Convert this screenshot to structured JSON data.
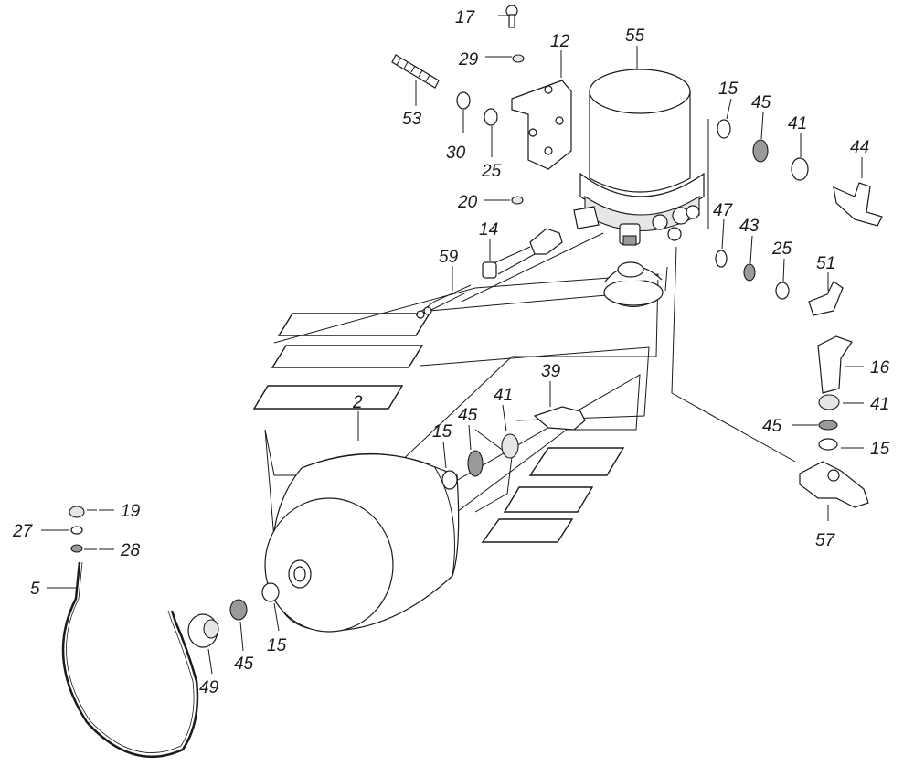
{
  "diagram": {
    "callouts": [
      {
        "id": "c17",
        "label": "17"
      },
      {
        "id": "c29",
        "label": "29"
      },
      {
        "id": "c12",
        "label": "12"
      },
      {
        "id": "c55",
        "label": "55"
      },
      {
        "id": "c53",
        "label": "53"
      },
      {
        "id": "c30",
        "label": "30"
      },
      {
        "id": "c25a",
        "label": "25"
      },
      {
        "id": "c20",
        "label": "20"
      },
      {
        "id": "c15a",
        "label": "15"
      },
      {
        "id": "c45a",
        "label": "45"
      },
      {
        "id": "c41a",
        "label": "41"
      },
      {
        "id": "c44",
        "label": "44"
      },
      {
        "id": "c14",
        "label": "14"
      },
      {
        "id": "c59",
        "label": "59"
      },
      {
        "id": "c47",
        "label": "47"
      },
      {
        "id": "c43",
        "label": "43"
      },
      {
        "id": "c25b",
        "label": "25"
      },
      {
        "id": "c51",
        "label": "51"
      },
      {
        "id": "c16",
        "label": "16"
      },
      {
        "id": "c41b",
        "label": "41"
      },
      {
        "id": "c45b",
        "label": "45"
      },
      {
        "id": "c15b",
        "label": "15"
      },
      {
        "id": "c57",
        "label": "57"
      },
      {
        "id": "c39",
        "label": "39"
      },
      {
        "id": "c41c",
        "label": "41"
      },
      {
        "id": "c45c",
        "label": "45"
      },
      {
        "id": "c15c",
        "label": "15"
      },
      {
        "id": "c2",
        "label": "2"
      },
      {
        "id": "c19",
        "label": "19"
      },
      {
        "id": "c27",
        "label": "27"
      },
      {
        "id": "c28",
        "label": "28"
      },
      {
        "id": "c5",
        "label": "5"
      },
      {
        "id": "c49",
        "label": "49"
      },
      {
        "id": "c45d",
        "label": "45"
      },
      {
        "id": "c15d",
        "label": "15"
      }
    ]
  }
}
